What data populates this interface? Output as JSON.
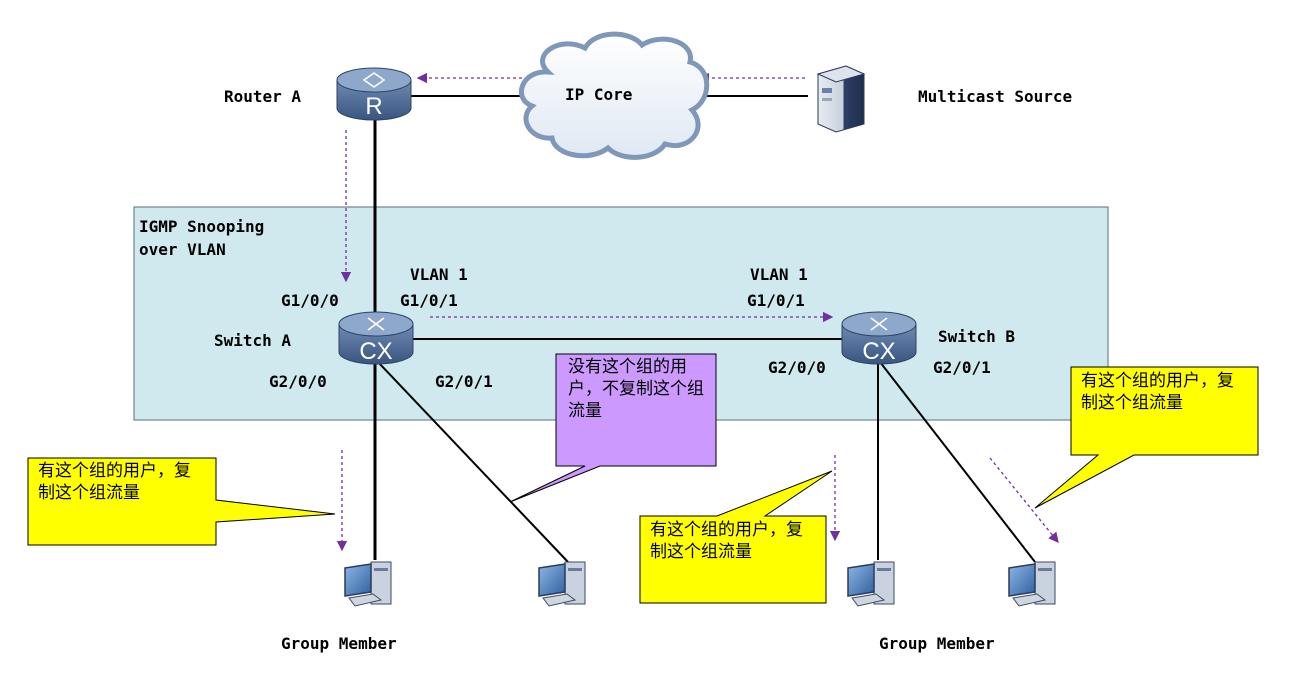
{
  "colors": {
    "panel_fill": "#cfe9ee",
    "panel_border": "#5a6e75",
    "device_blue": "#4a6894",
    "arrow_purple": "#7030a0",
    "callout_yellow": "#ffff00",
    "callout_purple": "#cc99ff"
  },
  "icons": [
    "router-icon",
    "cloud-icon",
    "server-icon",
    "switch-icon",
    "pc-icon"
  ],
  "router_a": {
    "label": "Router A",
    "symbol": "R"
  },
  "ip_core": {
    "label": "IP Core"
  },
  "multicast_source": {
    "label": "Multicast Source"
  },
  "vlan_panel": {
    "title_line1": "IGMP Snooping",
    "title_line2": "over VLAN"
  },
  "switch_a": {
    "label": "Switch A",
    "symbol": "CX",
    "ports": {
      "up": "G1/0/0",
      "uplink": "G1/0/1",
      "vlan": "VLAN 1",
      "down_left": "G2/0/0",
      "down_right": "G2/0/1"
    }
  },
  "switch_b": {
    "label": "Switch B",
    "symbol": "CX",
    "ports": {
      "uplink": "G1/0/1",
      "vlan": "VLAN 1",
      "down_left": "G2/0/0",
      "down_right": "G2/0/1"
    }
  },
  "callouts": {
    "a_member": "有这个组的用户，复制这个组流量",
    "a_no_member": "没有这个组的用户，不复制这个组流量",
    "b_left": "有这个组的用户，复制这个组流量",
    "b_right": "有这个组的用户，复制这个组流量"
  },
  "group_member_a": {
    "label": "Group Member"
  },
  "group_member_b": {
    "label": "Group Member"
  }
}
